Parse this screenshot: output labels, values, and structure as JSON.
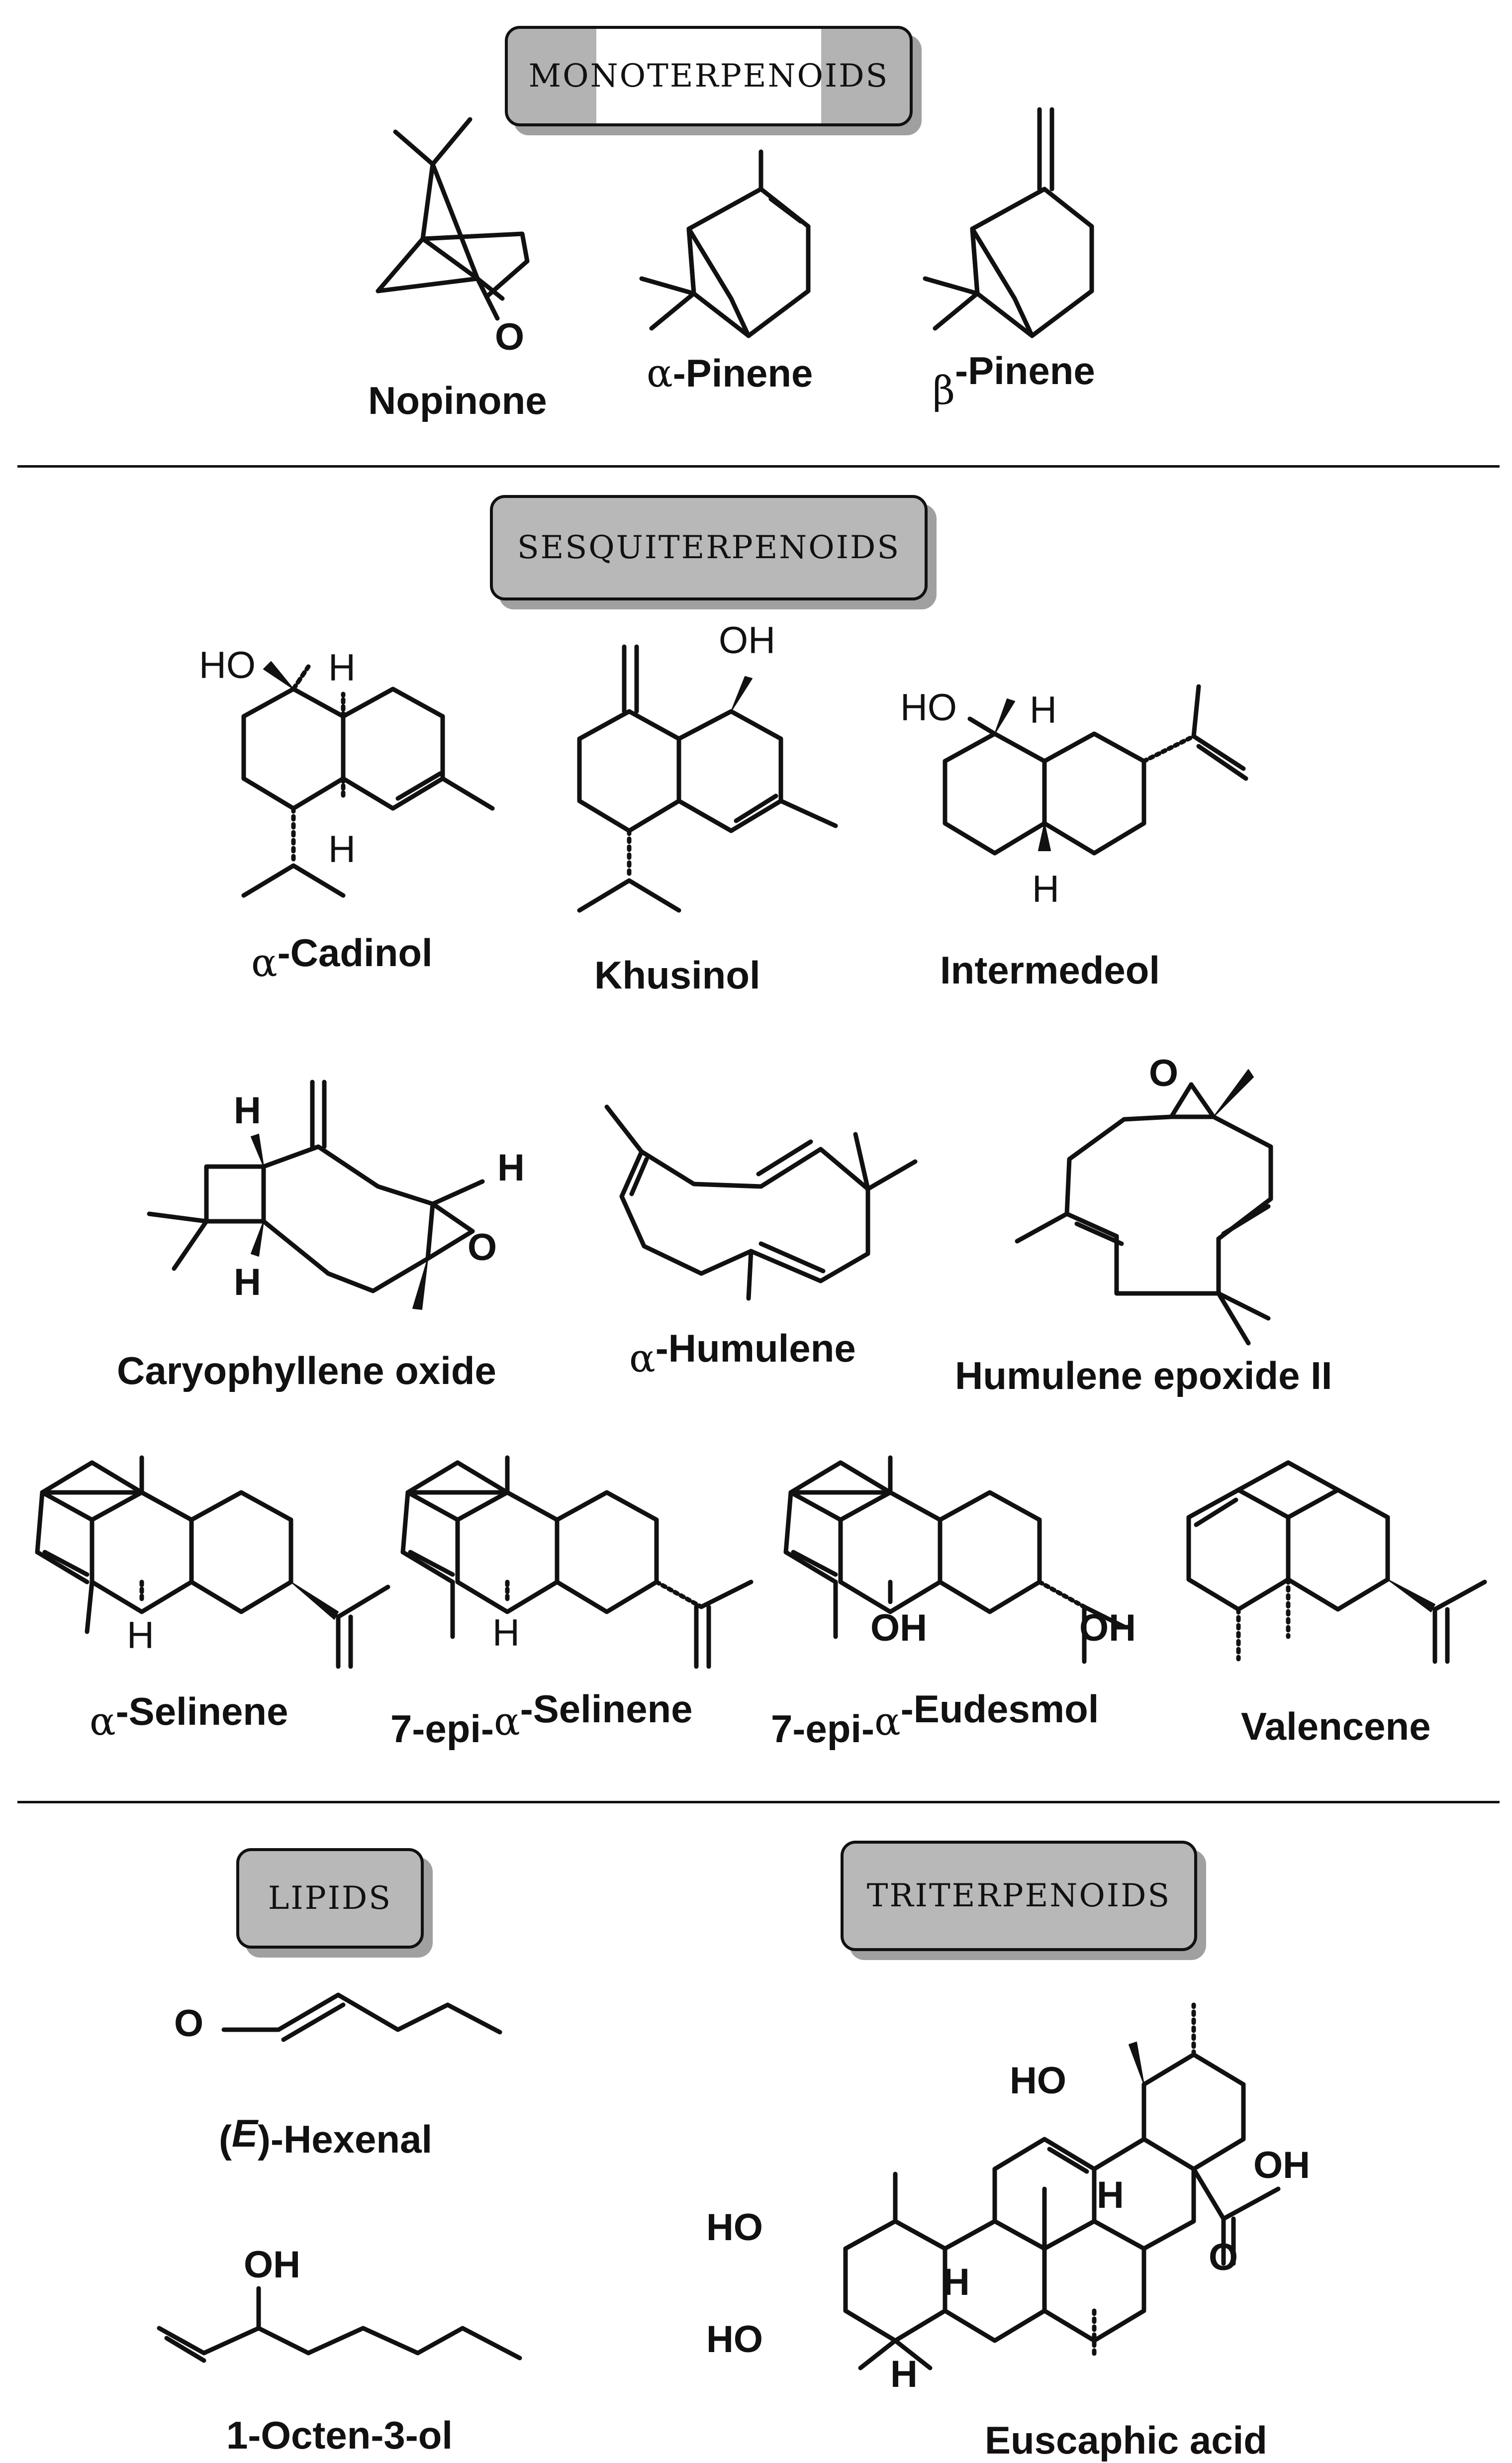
{
  "sections": {
    "monoterpenoids": "MONOTERPENOIDS",
    "sesquiterpenoids": "SESQUITERPENOIDS",
    "lipids": "LIPIDS",
    "triterpenoids": "TRITERPENOIDS"
  },
  "compounds": {
    "nopinone": "Nopinone",
    "alpha_pinene": "-Pinene",
    "beta_pinene": "-Pinene",
    "alpha_cadinol": "-Cadinol",
    "khusinol": "Khusinol",
    "intermedeol": "Intermedeol",
    "caryophyllene_oxide": "Caryophyllene oxide",
    "alpha_humulene": "-Humulene",
    "humulene_epoxide": "Humulene epoxide II",
    "alpha_selinene": "-Selinene",
    "epi_selinene_prefix": "7-epi-",
    "epi_selinene": "-Selinene",
    "epi_eudesmol_prefix": "7-epi-",
    "epi_eudesmol": "-Eudesmol",
    "valencene": "Valencene",
    "hexenal_open": "(",
    "hexenal_e": "E",
    "hexenal_rest": ")-Hexenal",
    "octenol": "1-Octen-3-ol",
    "euscaphic": "Euscaphic acid"
  },
  "greek": {
    "alpha": "α",
    "beta": "β"
  },
  "atoms": {
    "O": "O",
    "H": "H",
    "HO": "HO",
    "OH": "OH"
  }
}
